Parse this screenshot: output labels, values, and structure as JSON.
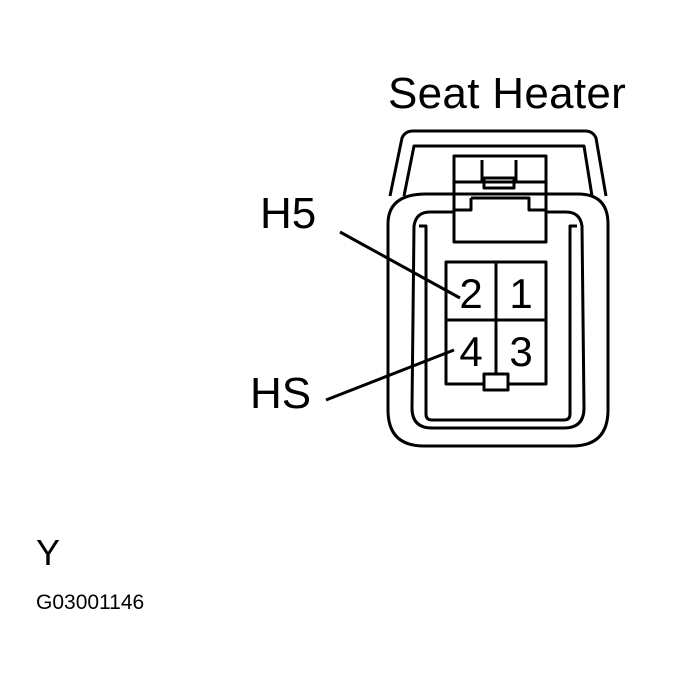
{
  "title": "Seat Heater",
  "callouts": {
    "h5": "H5",
    "hs": "HS"
  },
  "pins": [
    "1",
    "2",
    "3",
    "4"
  ],
  "color_code": "Y",
  "figure_id": "G03001146"
}
